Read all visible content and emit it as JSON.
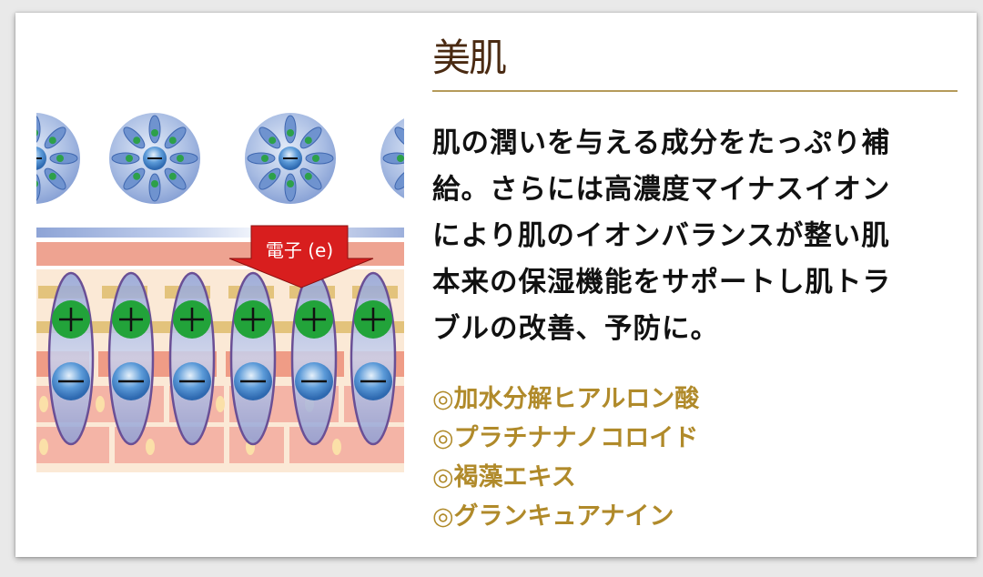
{
  "heading": {
    "title": "美肌"
  },
  "description": {
    "lines": [
      "肌の潤いを与える成分をたっぷり補",
      "給。さらには高濃度マイナスイオン",
      "により肌のイオンバランスが整い肌",
      "本来の保湿機能をサポートし肌トラ",
      "ブルの改善、予防に。"
    ]
  },
  "ingredients": [
    "◎加水分解ヒアルロン酸",
    "◎プラチナナノコロイド",
    "◎褐藻エキス",
    "◎グランキュアナイン"
  ],
  "illustration": {
    "arrow_label": "電子 (e)",
    "positive_symbol": "+",
    "negative_symbol": "−",
    "colors": {
      "arrow": "#d81e1e",
      "positive_ion": "#22a33a",
      "negative_ion": "#3f7fc4",
      "skin_layer": "#eea391",
      "cell_bg": "#fbe9d6",
      "title": "#4a2a12",
      "ingredient_text": "#b08a2a",
      "rule": "#b59a5a"
    }
  }
}
